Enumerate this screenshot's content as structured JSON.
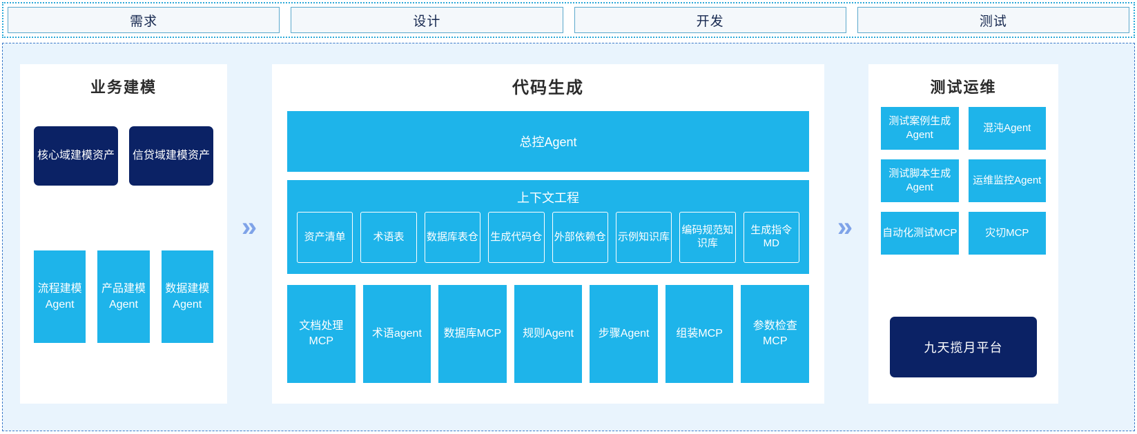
{
  "phases": {
    "items": [
      {
        "label": "需求"
      },
      {
        "label": "设计"
      },
      {
        "label": "开发"
      },
      {
        "label": "测试"
      }
    ]
  },
  "flow": {
    "chevron_glyph": "»"
  },
  "left_panel": {
    "title": "业务建模",
    "assets": [
      {
        "label": "核心域建模资产"
      },
      {
        "label": "信贷域建模资产"
      }
    ],
    "agents": [
      {
        "label": "流程建模Agent"
      },
      {
        "label": "产品建模Agent"
      },
      {
        "label": "数据建模Agent"
      }
    ]
  },
  "center_panel": {
    "title": "代码生成",
    "master_agent": "总控Agent",
    "context": {
      "title": "上下文工程",
      "items": [
        {
          "label": "资产清单"
        },
        {
          "label": "术语表"
        },
        {
          "label": "数据库表仓"
        },
        {
          "label": "生成代码仓"
        },
        {
          "label": "外部依赖仓"
        },
        {
          "label": "示例知识库"
        },
        {
          "label": "编码规范知识库"
        },
        {
          "label": "生成指令MD"
        }
      ]
    },
    "tools": [
      {
        "label": "文档处理MCP"
      },
      {
        "label": "术语agent"
      },
      {
        "label": "数据库MCP"
      },
      {
        "label": "规则Agent"
      },
      {
        "label": "步骤Agent"
      },
      {
        "label": "组装MCP"
      },
      {
        "label": "参数检查MCP"
      }
    ]
  },
  "right_panel": {
    "title": "测试运维",
    "cards": [
      {
        "label": "测试案例生成Agent"
      },
      {
        "label": "混沌Agent"
      },
      {
        "label": "测试脚本生成Agent"
      },
      {
        "label": "运维监控Agent"
      },
      {
        "label": "自动化测试MCP"
      },
      {
        "label": "灾切MCP"
      }
    ],
    "platform": "九天揽月平台"
  },
  "colors": {
    "accent_blue": "#1eb4ea",
    "navy": "#0b2265",
    "canvas_bg": "#e9f4fd",
    "chevron": "#7fa3e8",
    "phase_border": "#5ba8cc"
  }
}
